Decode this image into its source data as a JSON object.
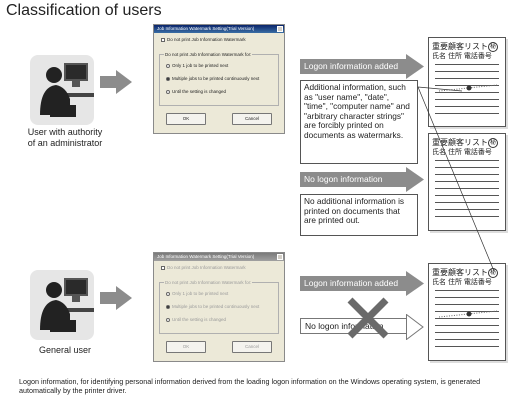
{
  "title": "Classification of users",
  "admin_label": [
    "User with authority",
    "of an administrator"
  ],
  "general_label": "General user",
  "dialog": {
    "title": "Job Information Watermark Setting(Trial Version)",
    "check": "Do not print Job Information Watermark",
    "group": "Do not print Job Information Watermark for:",
    "opt1": "Only 1 job to be printed next",
    "opt2": "Multiple jobs to be printed continuously next",
    "opt3": "Until the setting is changed",
    "ok": "OK",
    "cancel": "Cancel"
  },
  "banner_added": "Logon information added",
  "banner_none": "No logon information",
  "banner_none_bottom": "No logon information",
  "info_added": "Additional information, such as \"user name\", \"date\", \"time\", \"computer name\" and \"arbitrary character strings\" are forcibly printed on documents as watermarks.",
  "info_none": "No additional information is printed on documents that are printed out.",
  "doc": {
    "title": "重要顧客リスト",
    "cols": "氏名 住所 電話番号",
    "stamp": "秘"
  },
  "footer": "Logon information, for identifying personal information derived from the loading logon information on the Windows operating system, is generated automatically by the printer driver.",
  "colors": {
    "banner": "#8c8c8c",
    "arrow": "#8c8c8c",
    "cross": "#6a6a6a"
  }
}
